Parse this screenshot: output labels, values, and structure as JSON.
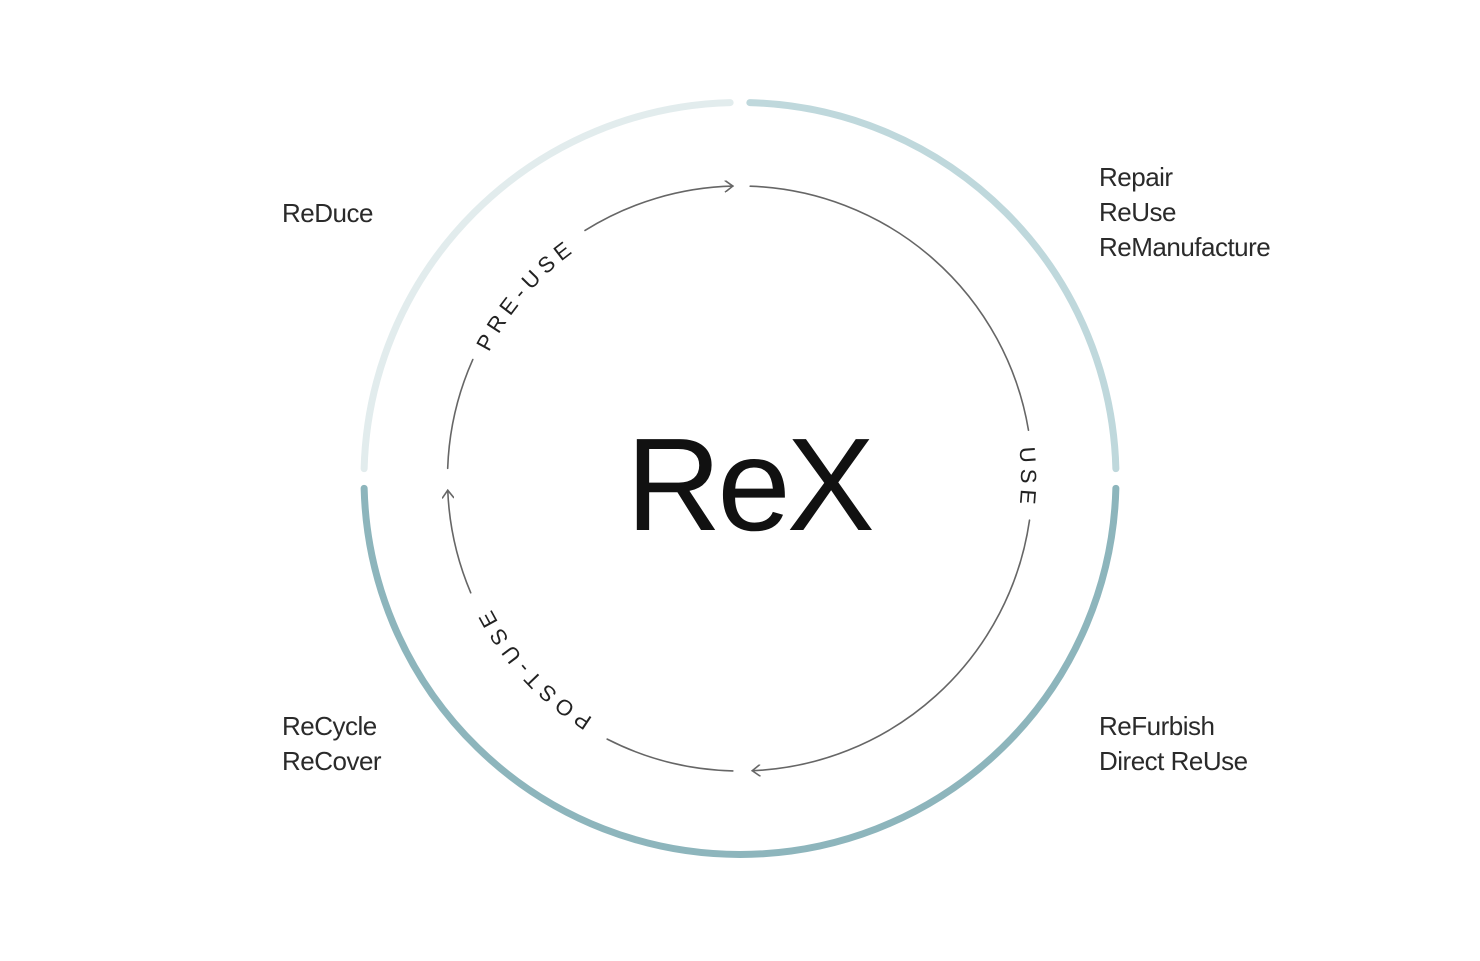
{
  "title": "ReX",
  "phases": {
    "pre_use": "PRE-USE",
    "use": "USE",
    "post_use": "POST-USE"
  },
  "groups": {
    "pre_use": [
      "ReDuce"
    ],
    "use": [
      "Repair",
      "ReUse",
      "ReManufacture"
    ],
    "post_use_right": [
      "ReFurbish",
      "Direct ReUse"
    ],
    "post_use_left": [
      "ReCycle",
      "ReCover"
    ]
  },
  "colors": {
    "ring_pre_use": "#e2eced",
    "ring_use": "#bfd8dc",
    "ring_post_use": "#8db5bc",
    "inner_line": "#666666"
  }
}
